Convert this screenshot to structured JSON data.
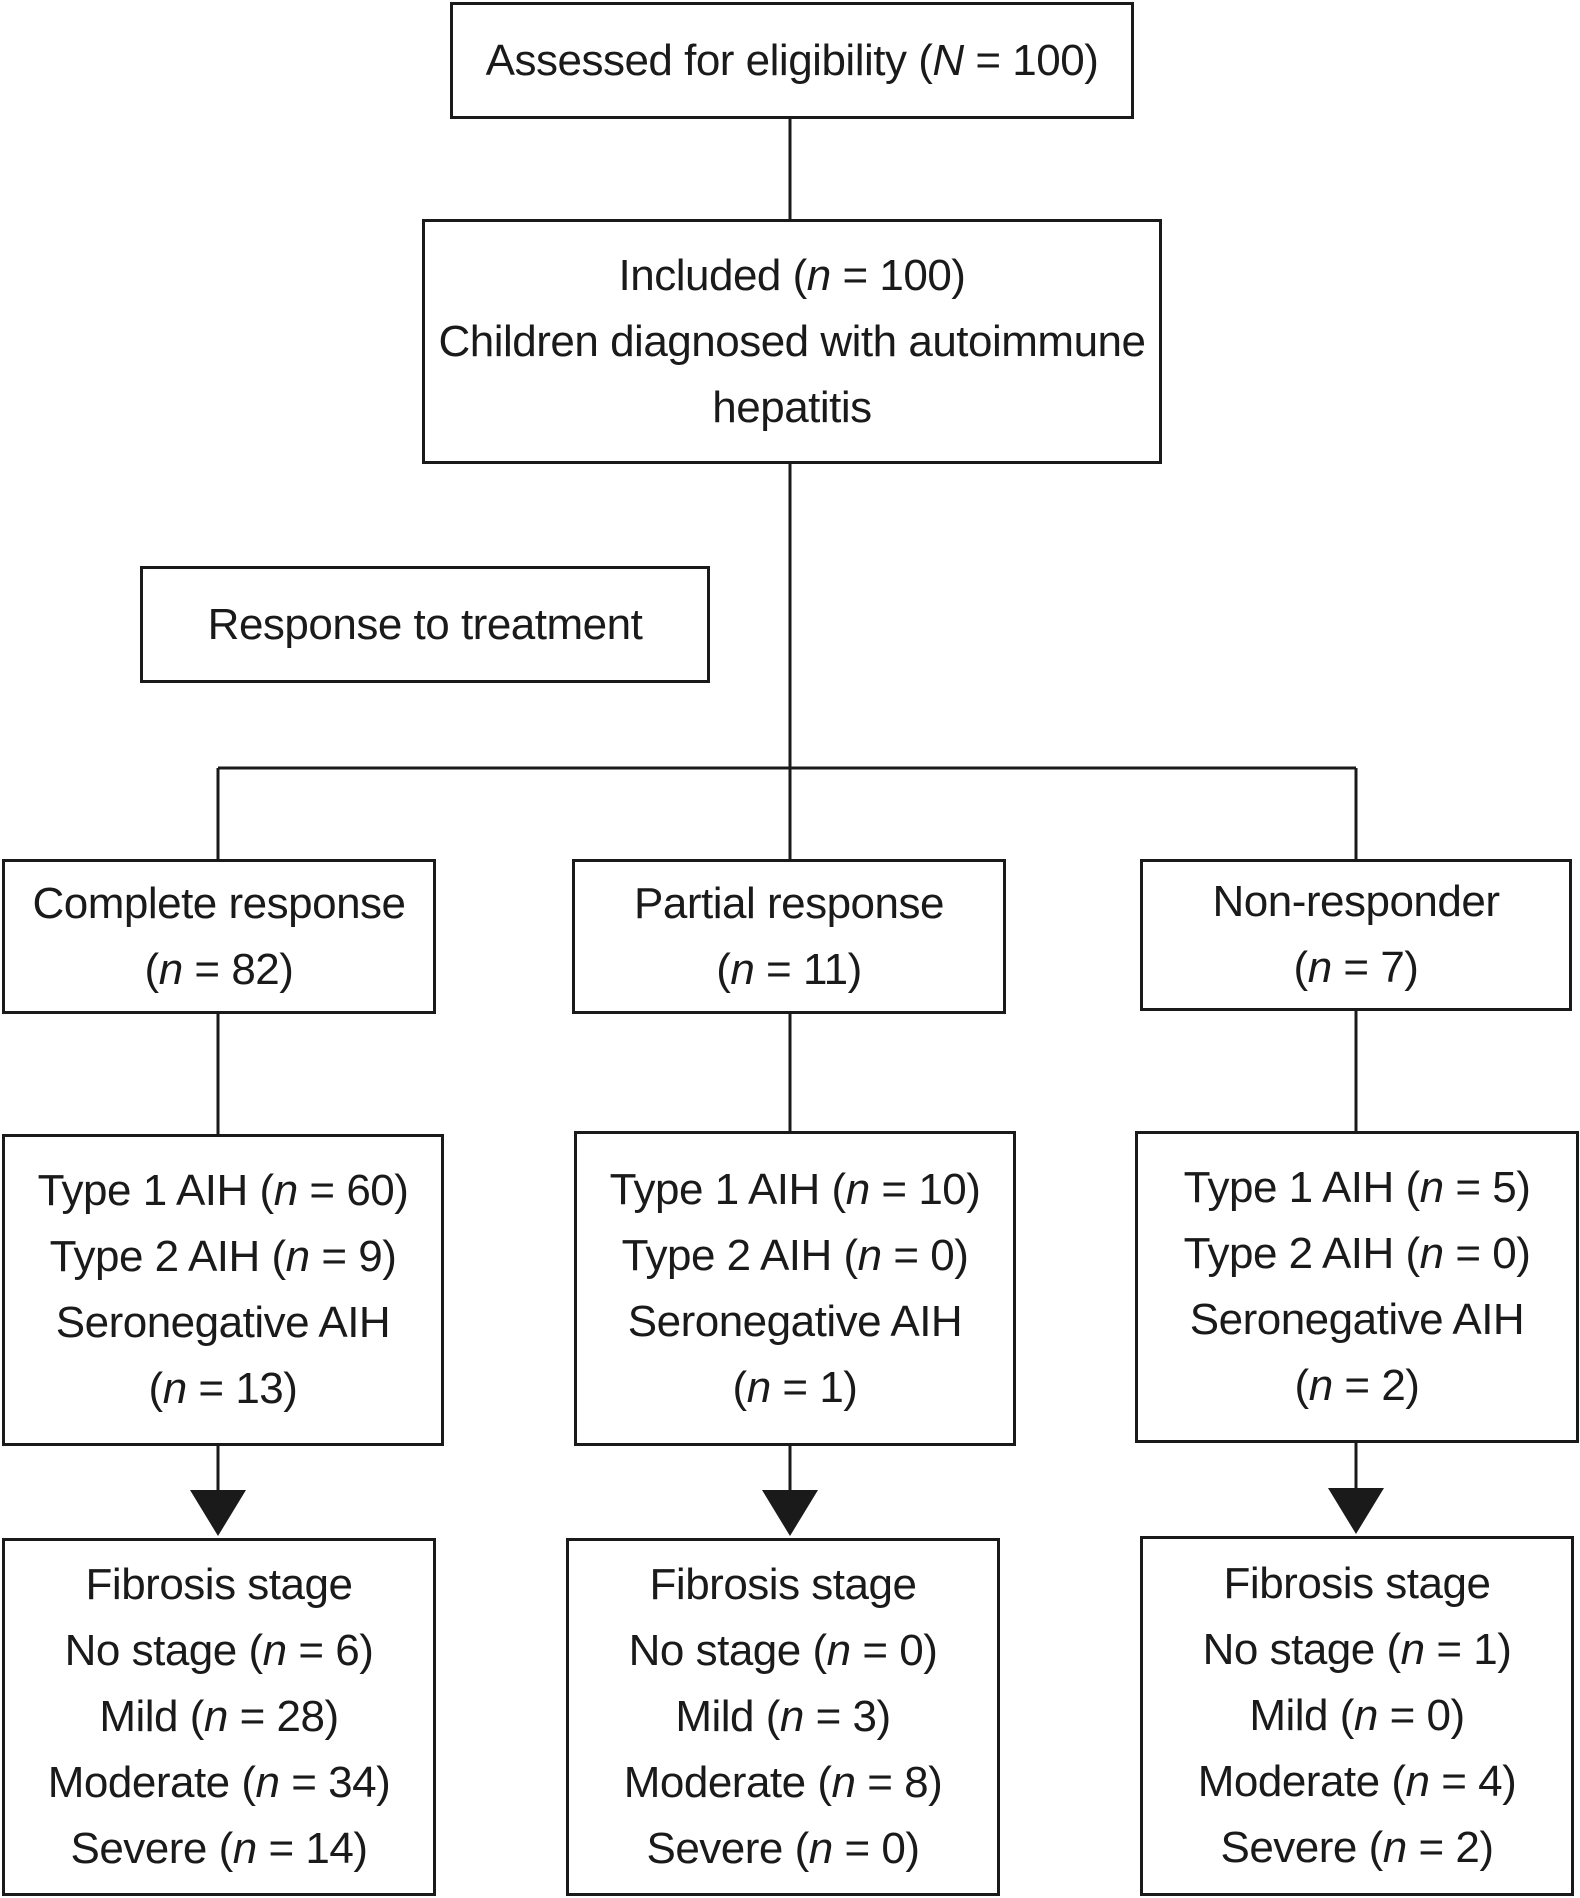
{
  "eligibility": {
    "text": "Assessed for eligibility (",
    "var": "N",
    "rest": " = 100)"
  },
  "included": {
    "line1_text": "Included (",
    "line1_var": "n",
    "line1_rest": " = 100)",
    "line2": "Children diagnosed with autoimmune",
    "line3": "hepatitis"
  },
  "response_label": "Response to treatment",
  "groups": [
    {
      "title": "Complete response",
      "n_open": "(",
      "n_var": "n",
      "n_rest": " = 82)",
      "types": {
        "t1_text": "Type 1 AIH (",
        "t1_var": "n",
        "t1_rest": " = 60)",
        "t2_text": "Type 2 AIH (",
        "t2_var": "n",
        "t2_rest": " = 9)",
        "sero": "Seronegative AIH",
        "sero_open": "(",
        "sero_var": "n",
        "sero_rest": " = 13)"
      },
      "fibrosis": {
        "title": "Fibrosis stage",
        "none_text": "No stage (",
        "none_var": "n",
        "none_rest": " = 6)",
        "mild_text": "Mild (",
        "mild_var": "n",
        "mild_rest": " = 28)",
        "mod_text": "Moderate (",
        "mod_var": "n",
        "mod_rest": " = 34)",
        "sev_text": "Severe (",
        "sev_var": "n",
        "sev_rest": " = 14)"
      }
    },
    {
      "title": "Partial response",
      "n_open": "(",
      "n_var": "n",
      "n_rest": " = 11)",
      "types": {
        "t1_text": "Type 1 AIH (",
        "t1_var": "n",
        "t1_rest": " = 10)",
        "t2_text": "Type 2 AIH (",
        "t2_var": "n",
        "t2_rest": " = 0)",
        "sero": "Seronegative AIH",
        "sero_open": "(",
        "sero_var": "n",
        "sero_rest": " = 1)"
      },
      "fibrosis": {
        "title": "Fibrosis stage",
        "none_text": "No stage (",
        "none_var": "n",
        "none_rest": " = 0)",
        "mild_text": "Mild (",
        "mild_var": "n",
        "mild_rest": " = 3)",
        "mod_text": "Moderate (",
        "mod_var": "n",
        "mod_rest": " = 8)",
        "sev_text": "Severe (",
        "sev_var": "n",
        "sev_rest": " = 0)"
      }
    },
    {
      "title": "Non-responder",
      "n_open": "(",
      "n_var": "n",
      "n_rest": " = 7)",
      "types": {
        "t1_text": "Type 1 AIH (",
        "t1_var": "n",
        "t1_rest": " = 5)",
        "t2_text": "Type 2 AIH (",
        "t2_var": "n",
        "t2_rest": " = 0)",
        "sero": "Seronegative AIH",
        "sero_open": "(",
        "sero_var": "n",
        "sero_rest": " = 2)"
      },
      "fibrosis": {
        "title": "Fibrosis stage",
        "none_text": "No stage (",
        "none_var": "n",
        "none_rest": " = 1)",
        "mild_text": "Mild (",
        "mild_var": "n",
        "mild_rest": " = 0)",
        "mod_text": "Moderate (",
        "mod_var": "n",
        "mod_rest": " = 4)",
        "sev_text": "Severe (",
        "sev_var": "n",
        "sev_rest": " = 2)"
      }
    }
  ],
  "colors": {
    "stroke": "#1a1a1a",
    "background": "#ffffff"
  }
}
